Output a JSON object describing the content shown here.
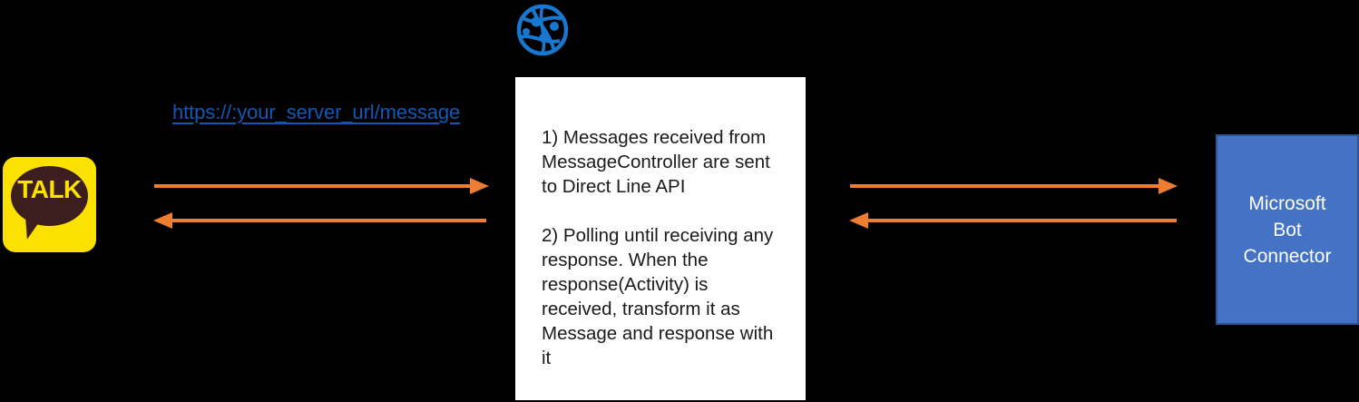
{
  "diagram": {
    "background_color": "#000000",
    "accent_arrow_color": "#ED7D31",
    "link_color": "#1159B5"
  },
  "kakao": {
    "name": "KakaoTalk",
    "logo_text": "TALK",
    "logo_background": "#FAE100",
    "bubble_color": "#3C1E1E"
  },
  "globe": {
    "icon": "globe-network-icon",
    "color": "#1878D0"
  },
  "url": {
    "text": "https://:your_server_url/message",
    "color": "#1159B5"
  },
  "server": {
    "background": "#FFFFFF",
    "steps": [
      "1) Messages received from MessageController are sent to Direct Line API",
      "2) Polling until receiving any response. When the response(Activity) is received, transform it as Message and response with it"
    ]
  },
  "bot_connector": {
    "label_line1": "Microsoft",
    "label_line2": "Bot",
    "label_line3": "Connector",
    "fill_color": "#4472C4",
    "border_color": "#2F528F",
    "text_color": "#FFFFFF"
  },
  "arrows": [
    {
      "id": "kakao-to-server",
      "direction": "right",
      "color": "#ED7D31"
    },
    {
      "id": "server-to-kakao",
      "direction": "left",
      "color": "#ED7D31"
    },
    {
      "id": "server-to-connector",
      "direction": "right",
      "color": "#ED7D31"
    },
    {
      "id": "connector-to-server",
      "direction": "left",
      "color": "#ED7D31"
    }
  ]
}
